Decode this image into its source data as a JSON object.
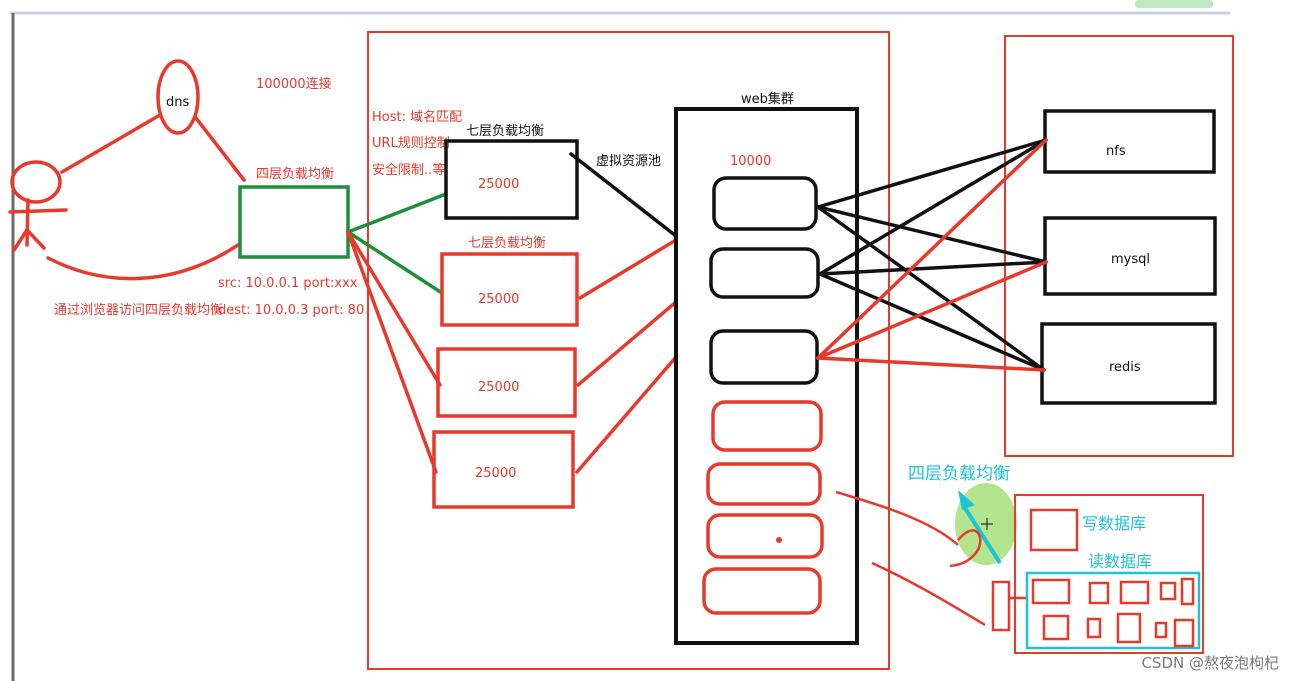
{
  "labels": {
    "dns": "dns",
    "connections": "100000连接",
    "l4_lb": "四层负载均衡",
    "browser_access": "通过浏览器访问四层负载均衡",
    "src": "src: 10.0.0.1   port:xxx",
    "dest": "dest: 10.0.0.3  port: 80",
    "host_match": "Host: 域名匹配",
    "url_rule": "URL规则控制",
    "security": "安全限制..等",
    "l7_lb_1": "七层负载均衡",
    "l7_lb_2": "七层负载均衡",
    "virtual_pool": "虚拟资源池",
    "web_cluster": "web集群",
    "web_capacity": "10000",
    "l7_values": [
      "25000",
      "25000",
      "25000",
      "25000"
    ],
    "nfs": "nfs",
    "mysql": "mysql",
    "redis": "redis",
    "l4_lb_db": "四层负载均衡",
    "write_db": "写数据库",
    "read_db": "读数据库",
    "watermark": "CSDN @熬夜泡枸杞"
  },
  "colors": {
    "red": "#e8392c",
    "green": "#1e8f3a",
    "black": "#111111",
    "cyan": "#1fc3d6",
    "highlight": "#a6e07a"
  }
}
